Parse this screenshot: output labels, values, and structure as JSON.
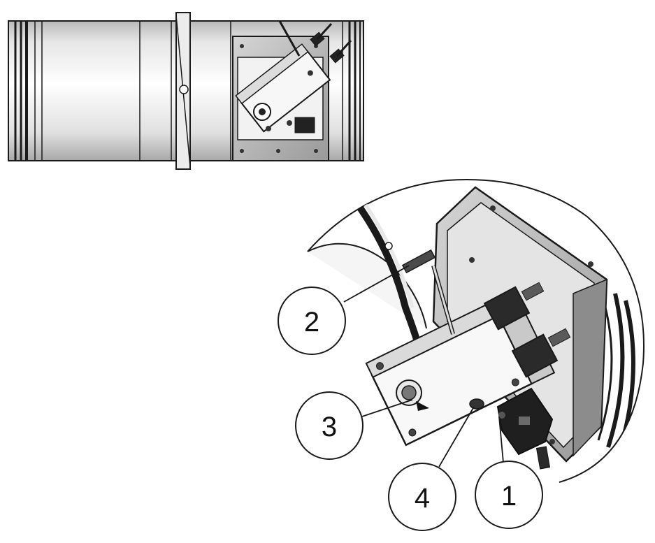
{
  "callouts": [
    {
      "id": "c1",
      "label": "1"
    },
    {
      "id": "c2",
      "label": "2"
    },
    {
      "id": "c3",
      "label": "3"
    },
    {
      "id": "c4",
      "label": "4"
    }
  ],
  "colors": {
    "line": "#1a1a1a",
    "metal_light": "#e9e9e9",
    "metal_mid": "#c8c8c8",
    "metal_dark": "#7a7a7a",
    "black_part": "#222222"
  }
}
